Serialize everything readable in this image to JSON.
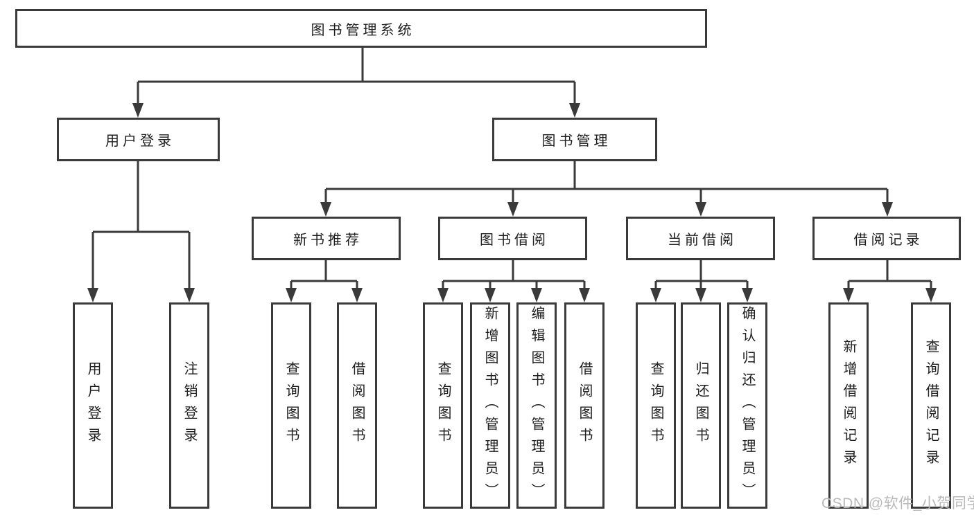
{
  "colors": {
    "line": "#3a3a3a",
    "box_fill": "#ffffff",
    "text": "#1e1e1e",
    "watermark": "#b9b9b9"
  },
  "tree": {
    "root": "图书管理系统",
    "branches": [
      {
        "label": "用户登录",
        "children": [
          "用户登录",
          "注销登录"
        ]
      },
      {
        "label": "图书管理",
        "groups": [
          {
            "label": "新书推荐",
            "children": [
              "查询图书",
              "借阅图书"
            ]
          },
          {
            "label": "图书借阅",
            "children": [
              "查询图书",
              "新增图书（管理员）",
              "编辑图书（管理员）",
              "借阅图书"
            ]
          },
          {
            "label": "当前借阅",
            "children": [
              "查询图书",
              "归还图书",
              "确认归还（管理员）"
            ]
          },
          {
            "label": "借阅记录",
            "children": [
              "新增借阅记录",
              "查询借阅记录"
            ]
          }
        ]
      }
    ]
  },
  "watermark": "CSDN @软件_小贺同学"
}
